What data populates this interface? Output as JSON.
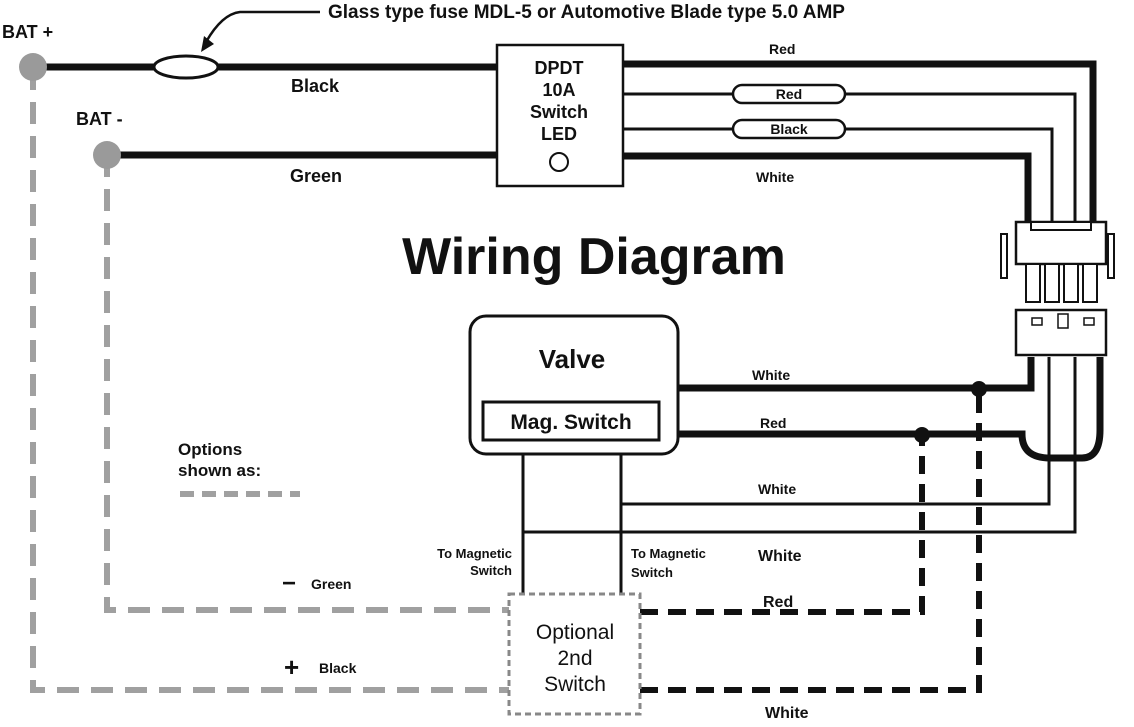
{
  "title": "Wiring Diagram",
  "fuse_note": "Glass type fuse MDL-5 or Automotive Blade type 5.0 AMP",
  "terminals": {
    "bat_plus": "BAT +",
    "bat_minus": "BAT -"
  },
  "switch_box": {
    "line1": "DPDT",
    "line2": "10A",
    "line3": "Switch",
    "line4": "LED"
  },
  "valve": {
    "label": "Valve",
    "mag_switch": "Mag. Switch"
  },
  "options": {
    "line1": "Options",
    "line2": "shown as:"
  },
  "optional_switch": {
    "line1": "Optional",
    "line2": "2nd",
    "line3": "Switch"
  },
  "magnetic_labels": {
    "left": {
      "line1": "To Magnetic",
      "line2": "Switch"
    },
    "right": {
      "line1": "To Magnetic",
      "line2": "Switch"
    }
  },
  "wires": {
    "black_main": "Black",
    "green_main": "Green",
    "red_top": "Red",
    "red_fuse": "Red",
    "black_fuse": "Black",
    "white_top": "White",
    "white_valve": "White",
    "red_valve": "Red",
    "white_mag1": "White",
    "white_mag2": "White",
    "red_dashed": "Red",
    "white_dashed": "White",
    "green_option": "Green",
    "black_option": "Black"
  },
  "option_signs": {
    "minus": "−",
    "plus": "+"
  },
  "colors": {
    "wire": "#111111",
    "option_wire": "#a0a0a0",
    "terminal": "#9a9a9a"
  }
}
